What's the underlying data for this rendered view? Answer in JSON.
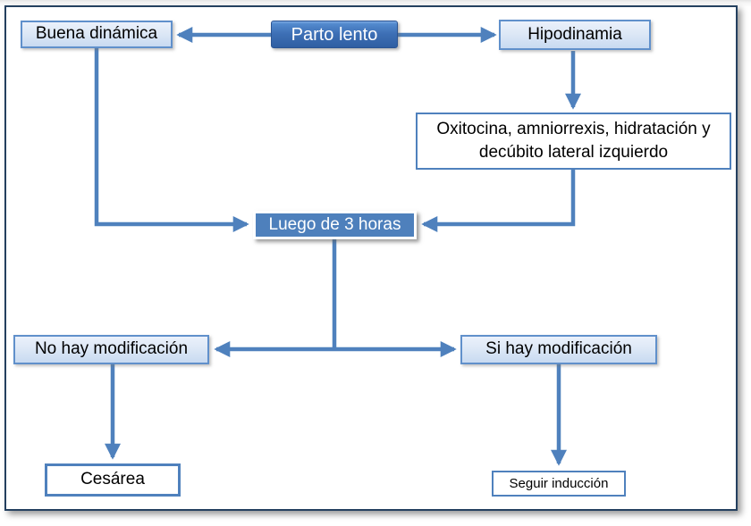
{
  "diagram": {
    "nodes": {
      "parto_lento": "Parto lento",
      "buena_dinamica": "Buena dinámica",
      "hipodinamia": "Hipodinamia",
      "tratamiento": "Oxitocina, amniorrexis, hidratación y decúbito lateral izquierdo",
      "luego_3_horas": "Luego de 3 horas",
      "no_modificacion": "No hay modificación",
      "si_modificacion": "Si hay modificación",
      "cesarea": "Cesárea",
      "seguir_induccion": "Seguir inducción"
    },
    "edges": [
      {
        "from": "Parto lento",
        "to": "Buena dinámica"
      },
      {
        "from": "Parto lento",
        "to": "Hipodinamia"
      },
      {
        "from": "Hipodinamia",
        "to": "Oxitocina, amniorrexis, hidratación y decúbito lateral izquierdo"
      },
      {
        "from": "Buena dinámica",
        "to": "Luego de 3 horas"
      },
      {
        "from": "Oxitocina, amniorrexis, hidratación y decúbito lateral izquierdo",
        "to": "Luego de 3 horas"
      },
      {
        "from": "Luego de 3 horas",
        "to": "No hay modificación"
      },
      {
        "from": "Luego de 3 horas",
        "to": "Si hay modificación"
      },
      {
        "from": "No hay modificación",
        "to": "Cesárea"
      },
      {
        "from": "Si hay modificación",
        "to": "Seguir inducción"
      }
    ],
    "colors": {
      "arrow": "#4f81bd",
      "dark_node_fill_top": "#5d94d8",
      "dark_node_fill_bottom": "#2e5ba0",
      "mid_node_fill": "#4e80bc",
      "light_node_fill_top": "#e7eef9",
      "light_node_fill_bottom": "#c8daf1",
      "light_node_border": "#6090cb",
      "outline_node_border": "#4f81bd",
      "frame_border": "#24405f"
    }
  }
}
